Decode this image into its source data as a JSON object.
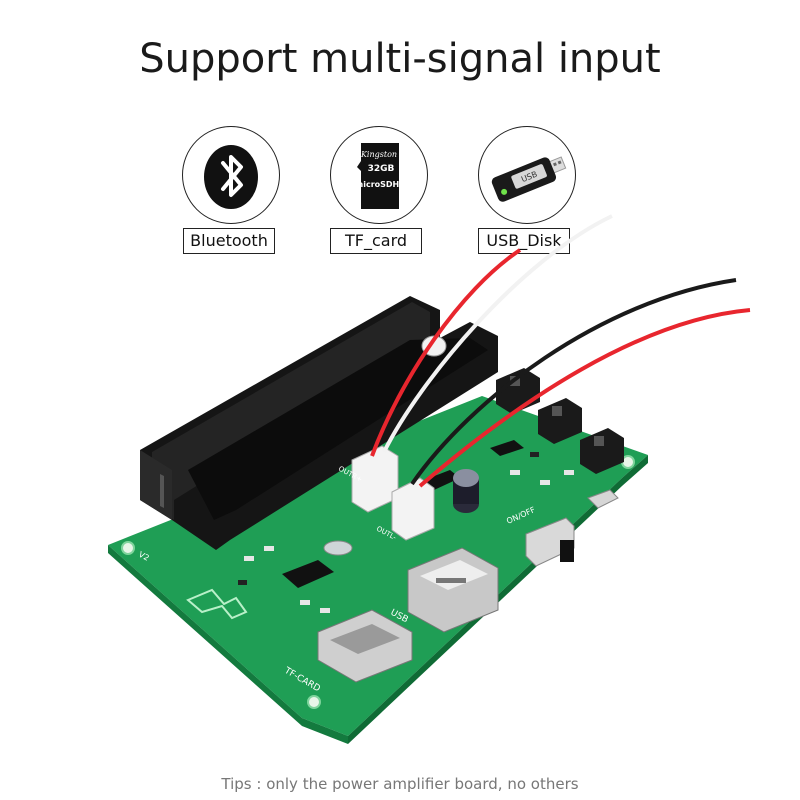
{
  "headline": "Support multi-signal input",
  "inputs": [
    {
      "label": "Bluetooth",
      "icon": "bluetooth-icon"
    },
    {
      "label": "TF_card",
      "icon": "tf-card-icon"
    },
    {
      "label": "USB_Disk",
      "icon": "usb-disk-icon"
    }
  ],
  "sd_card": {
    "brand": "Kingston",
    "capacity": "32GB",
    "format": "microSDHC"
  },
  "usb_stick_text": "USB",
  "board_silkscreen": {
    "usb": "USB",
    "tf_card": "TF-CARD",
    "on_off": "ON/OFF",
    "version": "V2",
    "out_r": "OUTR+",
    "out_l": "OUTL-"
  },
  "tips": "Tips : only the power amplifier board, no others",
  "colors": {
    "board": "#1f9e55",
    "wire_red": "#e8262e",
    "wire_black": "#1a1a1a",
    "holder": "#151515"
  }
}
